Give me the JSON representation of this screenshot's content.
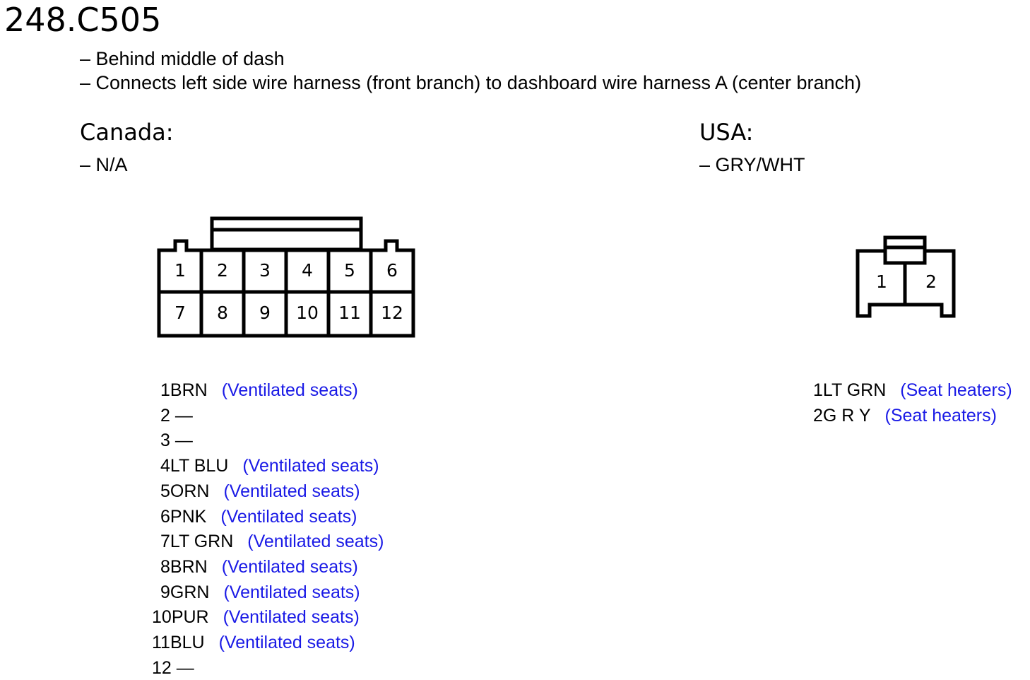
{
  "title": "248.C505",
  "description": [
    "– Behind middle of dash",
    "– Connects left side wire harness (front branch) to dashboard wire harness A (center branch)"
  ],
  "canada": {
    "heading": "Canada:",
    "value": "– N/A",
    "connector_pins": [
      "1",
      "2",
      "3",
      "4",
      "5",
      "6",
      "7",
      "8",
      "9",
      "10",
      "11",
      "12"
    ],
    "pins": [
      {
        "num": "1",
        "wire": "BRN",
        "note": "(Ventilated seats)"
      },
      {
        "num": "2",
        "wire": "—",
        "note": ""
      },
      {
        "num": "3",
        "wire": "—",
        "note": ""
      },
      {
        "num": "4",
        "wire": "LT BLU",
        "note": "(Ventilated seats)"
      },
      {
        "num": "5",
        "wire": "ORN",
        "note": "(Ventilated seats)"
      },
      {
        "num": "6",
        "wire": "PNK",
        "note": "(Ventilated seats)"
      },
      {
        "num": "7",
        "wire": "LT GRN",
        "note": "(Ventilated seats)"
      },
      {
        "num": "8",
        "wire": "BRN",
        "note": "(Ventilated seats)"
      },
      {
        "num": "9",
        "wire": "GRN",
        "note": "(Ventilated seats)"
      },
      {
        "num": "10",
        "wire": "PUR",
        "note": "(Ventilated seats)"
      },
      {
        "num": "11",
        "wire": "BLU",
        "note": "(Ventilated seats)"
      },
      {
        "num": "12",
        "wire": "—",
        "note": ""
      }
    ]
  },
  "usa": {
    "heading": "USA:",
    "value": "– GRY/WHT",
    "connector_pins": [
      "1",
      "2"
    ],
    "pins": [
      {
        "num": "1",
        "wire": "LT GRN",
        "note": "(Seat heaters)"
      },
      {
        "num": "2",
        "wire": "G R Y",
        "note": "(Seat heaters)"
      }
    ]
  },
  "colors": {
    "note": "#1a1ae6",
    "line": "#000000"
  }
}
